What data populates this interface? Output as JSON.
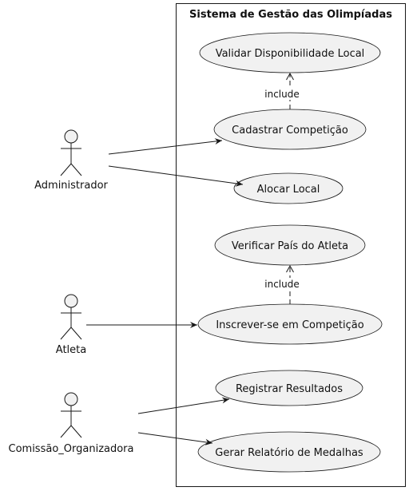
{
  "system": {
    "title": "Sistema de Gestão das Olimpíadas"
  },
  "actors": [
    {
      "id": "administrador",
      "label": "Administrador"
    },
    {
      "id": "atleta",
      "label": "Atleta"
    },
    {
      "id": "comissao",
      "label": "Comissão_Organizadora"
    }
  ],
  "use_cases": [
    {
      "id": "validar",
      "label": "Validar Disponibilidade Local"
    },
    {
      "id": "cadastrar",
      "label": "Cadastrar Competição"
    },
    {
      "id": "alocar",
      "label": "Alocar Local"
    },
    {
      "id": "verificar",
      "label": "Verificar País do Atleta"
    },
    {
      "id": "inscrever",
      "label": "Inscrever-se em Competição"
    },
    {
      "id": "registrar",
      "label": "Registrar Resultados"
    },
    {
      "id": "gerar",
      "label": "Gerar Relatório de Medalhas"
    }
  ],
  "relations": {
    "include_label_1": "include",
    "include_label_2": "include"
  }
}
